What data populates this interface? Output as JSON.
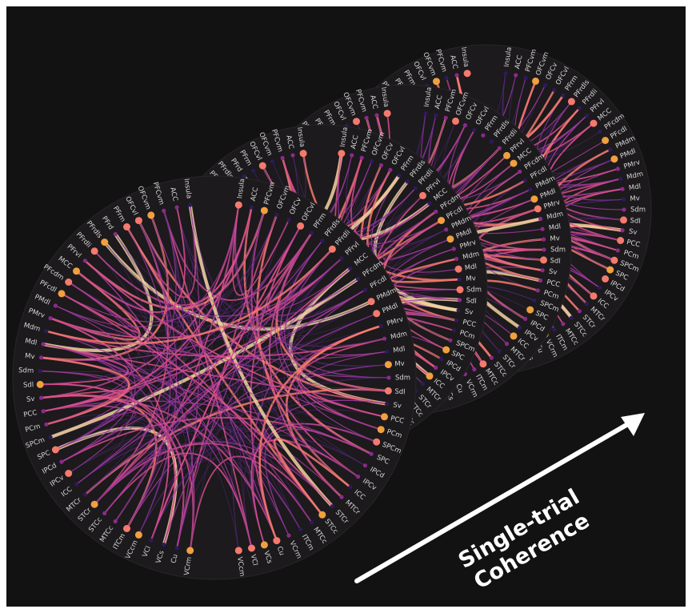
{
  "figure": {
    "background": "#121212",
    "frame": "#ffffff",
    "arrow_color": "#ffffff",
    "caption_lines": [
      "Single-trial",
      "Coherence"
    ]
  },
  "regions": {
    "right_side": [
      "Insula",
      "ACC",
      "PFCvm",
      "OFCvm",
      "OFCv",
      "OFCvl",
      "PFrm",
      "PFrdls",
      "PFrdli",
      "PFrvl",
      "MCC",
      "PFcdm",
      "PFcdl",
      "PMdm",
      "PMdl",
      "PMrv",
      "Mdm",
      "Mdl",
      "Mv",
      "Sdm",
      "Sdl",
      "Sv",
      "PCC",
      "PCm",
      "SPCm",
      "SPC",
      "IPCd",
      "IPCv",
      "ICC",
      "MTCr",
      "STCr",
      "STCc",
      "MTCc",
      "ITCm",
      "VCrm",
      "Cu",
      "VCs",
      "VCl",
      "VCcm"
    ],
    "left_side": [
      "Insula",
      "ACC",
      "PFCvm",
      "OFCvm",
      "OFCvl",
      "PFrm",
      "PFrd",
      "PFrdls",
      "PFrdli",
      "PFrvl",
      "MCC",
      "PFcdm",
      "PFcdl",
      "PMdl",
      "PMrv",
      "Mdm",
      "Mdl",
      "Mv",
      "Sdm",
      "Sdl",
      "Sv",
      "PCC",
      "PCm",
      "SPCm",
      "SPC",
      "IPCd",
      "IPCv",
      "ICC",
      "MTCr",
      "STCr",
      "STCc",
      "MTCc",
      "ITCm",
      "VCcm",
      "VCl",
      "VCs",
      "Cu",
      "VCrm"
    ]
  },
  "panels": [
    {
      "id": "trial-4"
    },
    {
      "id": "trial-3"
    },
    {
      "id": "trial-2"
    },
    {
      "id": "trial-1"
    }
  ],
  "palette": {
    "strong": "#f2d3a0",
    "high": "#f57a6e",
    "mid": "#d9508a",
    "low": "#a0399e",
    "faint": "#5b2a8a",
    "node_dark": "#2d1a5c",
    "node_mid": "#8b2a8a",
    "node_hot": "#f0a040",
    "node_max": "#f0e040"
  }
}
